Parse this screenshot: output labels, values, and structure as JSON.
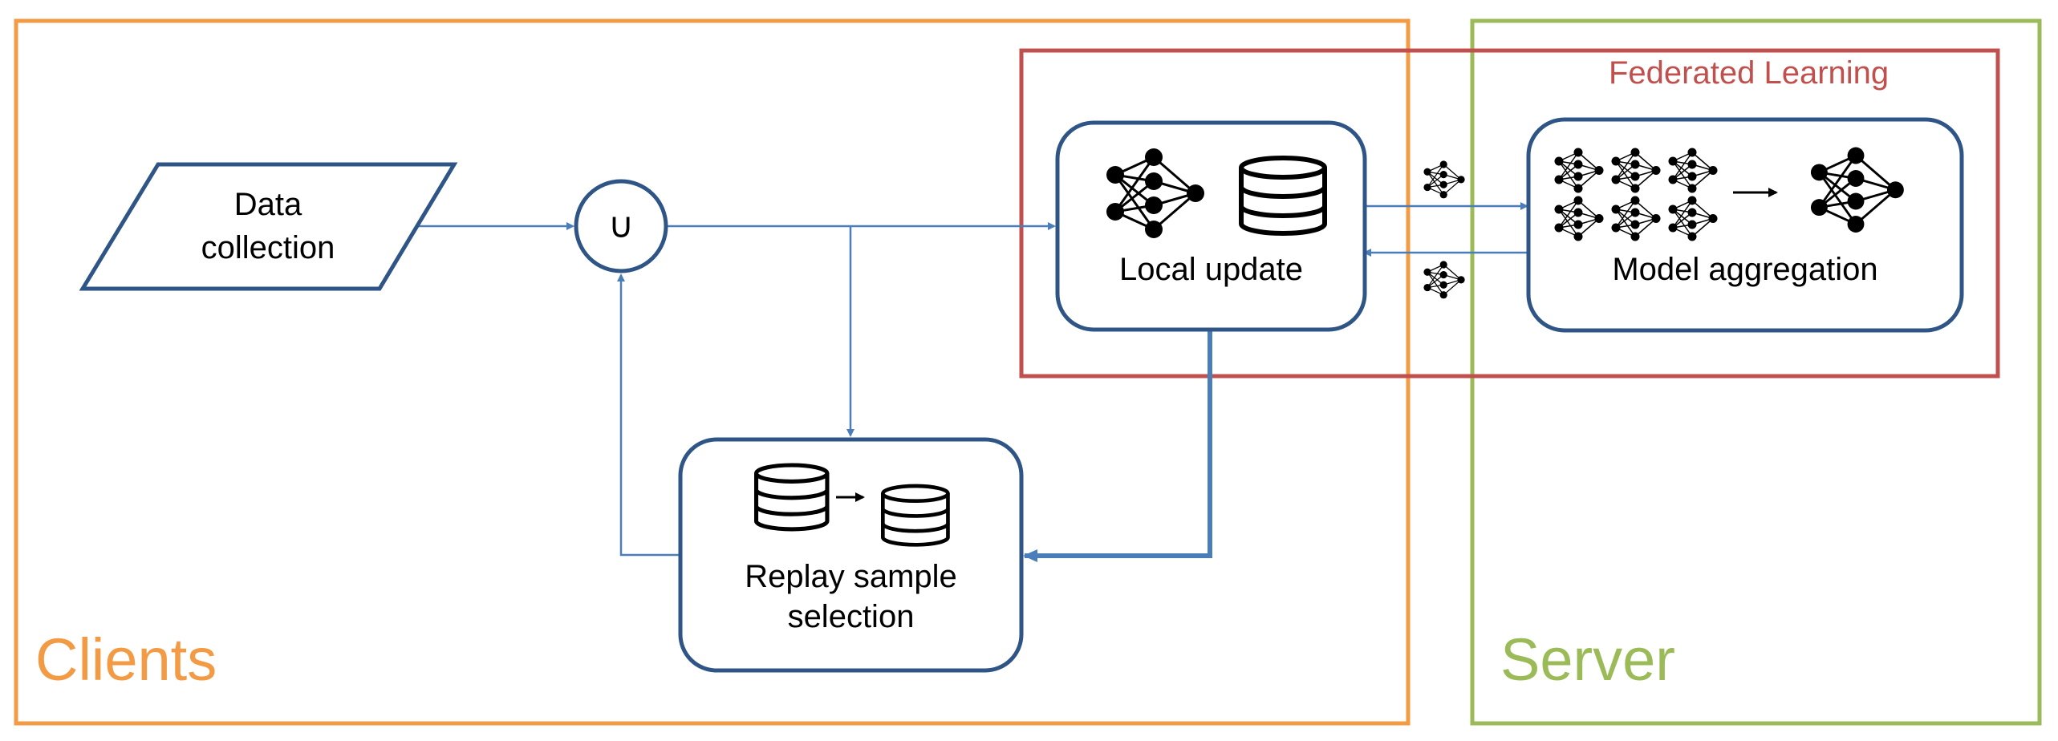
{
  "colors": {
    "clients_frame": "#F39A45",
    "server_frame": "#9BBB59",
    "federated_frame": "#C0504D",
    "node_stroke": "#2F5587",
    "arrow": "#4A7EBB"
  },
  "regions": {
    "clients_label": "Clients",
    "server_label": "Server",
    "federated_label": "Federated Learning"
  },
  "nodes": {
    "data_collection": {
      "line1": "Data",
      "line2": "collection"
    },
    "union": {
      "symbol": "∪"
    },
    "local_update": {
      "label": "Local update",
      "icons": [
        "neural-network-icon",
        "database-icon"
      ]
    },
    "model_aggregation": {
      "label": "Model aggregation",
      "icons": [
        "neural-network-icon",
        "neural-network-icon",
        "neural-network-icon",
        "neural-network-icon",
        "neural-network-icon",
        "neural-network-icon",
        "arrow-right-icon",
        "neural-network-icon"
      ]
    },
    "replay_selection": {
      "line1": "Replay sample",
      "line2": "selection",
      "icons": [
        "database-icon",
        "arrow-right-icon",
        "database-icon"
      ]
    }
  },
  "edges": [
    {
      "from": "data_collection",
      "to": "union"
    },
    {
      "from": "union",
      "to": "local_update"
    },
    {
      "from": "union",
      "to": "replay_selection"
    },
    {
      "from": "local_update",
      "to": "replay_selection"
    },
    {
      "from": "replay_selection",
      "to": "union"
    },
    {
      "from": "local_update",
      "to": "model_aggregation"
    },
    {
      "from": "model_aggregation",
      "to": "local_update"
    }
  ]
}
